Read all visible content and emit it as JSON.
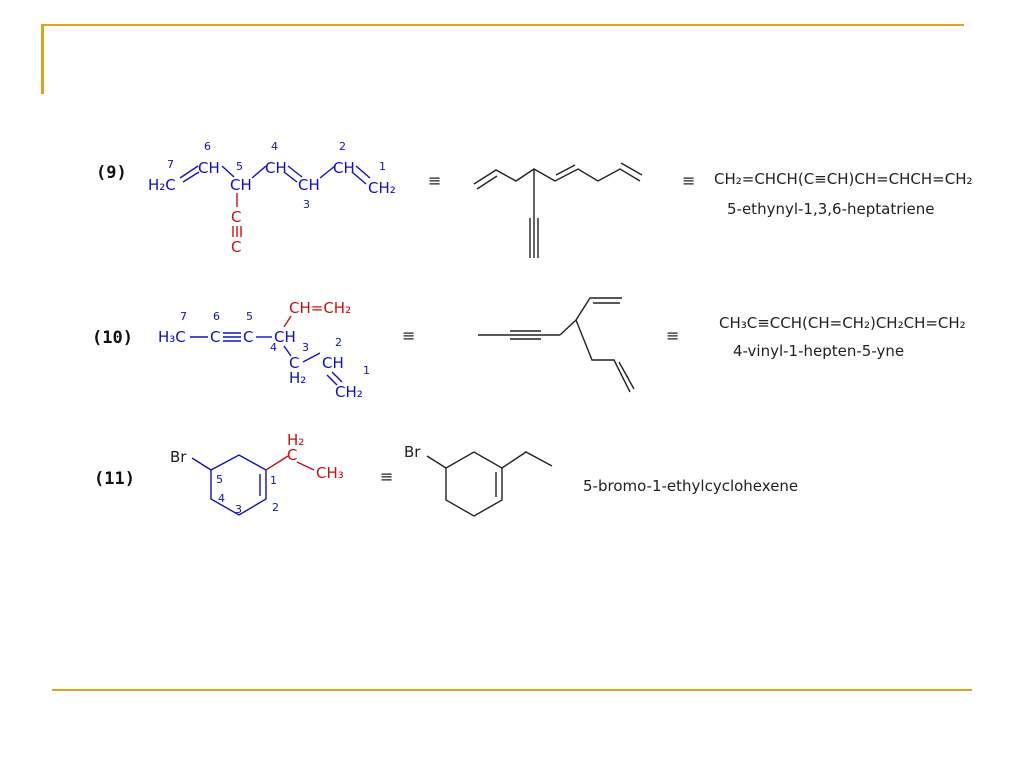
{
  "colors": {
    "frame": "#DAA520",
    "blue": "#1010C0",
    "red": "#CC1010",
    "black": "#222222"
  },
  "example9": {
    "label": "(9)",
    "equiv": "≡",
    "struct": {
      "h2c": "H₂C",
      "ch_a": "CH",
      "ch_b": "CH",
      "ch_c": "CH",
      "ch_d": "CH",
      "ch_e": "CH",
      "ch2": "CH₂",
      "c_top": "C",
      "c_bot": "C",
      "n1": "1",
      "n2": "2",
      "n3": "3",
      "n4": "4",
      "n5": "5",
      "n6": "6",
      "n7": "7"
    },
    "formula": "CH₂=CHCH(C≡CH)CH=CHCH=CH₂",
    "name": "5-ethynyl-1,3,6-heptatriene"
  },
  "example10": {
    "label": "(10)",
    "equiv": "≡",
    "struct": {
      "h3c": "H₃C",
      "c6": "C",
      "c5": "C",
      "ch": "CH",
      "vinyl": "CH=CH₂",
      "c3": "C",
      "h2": "H₂",
      "ch2pos": "CH",
      "ch2end": "CH₂",
      "n1": "1",
      "n2": "2",
      "n3": "3",
      "n4": "4",
      "n5": "5",
      "n6": "6",
      "n7": "7"
    },
    "formula": "CH₃C≡CCH(CH=CH₂)CH₂CH=CH₂",
    "name": "4-vinyl-1-hepten-5-yne"
  },
  "example11": {
    "label": "(11)",
    "equiv": "≡",
    "struct": {
      "br": "Br",
      "h2": "H₂",
      "c": "C",
      "ch3": "CH₃",
      "n1": "1",
      "n2": "2",
      "n3": "3",
      "n4": "4",
      "n5": "5"
    },
    "skeletal_br": "Br",
    "name": "5-bromo-1-ethylcyclohexene"
  }
}
